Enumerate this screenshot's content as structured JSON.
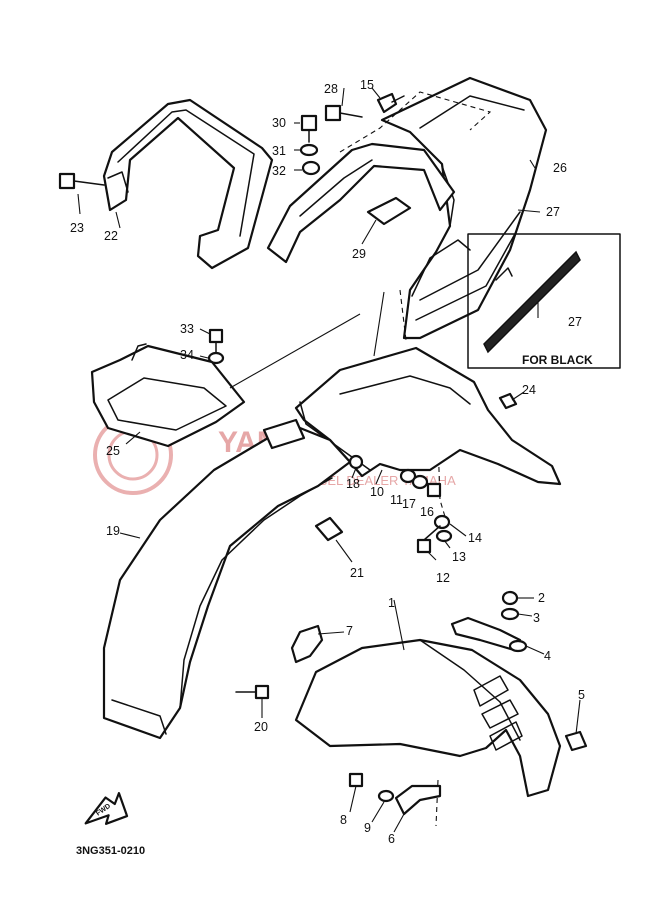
{
  "diagram": {
    "code": "3NG351-0210",
    "fwd_label": "FWD",
    "inset_label": "FOR BLACK",
    "watermark": {
      "text": "YAMA-SKLEP.PL",
      "subtext": "WOJCIECH WRÓBEL DEALER YAMAHA"
    },
    "callouts": [
      "1",
      "2",
      "3",
      "4",
      "5",
      "6",
      "7",
      "8",
      "9",
      "10",
      "11",
      "12",
      "13",
      "14",
      "15",
      "16",
      "17",
      "18",
      "19",
      "20",
      "21",
      "22",
      "23",
      "24",
      "25",
      "26",
      "27",
      "27",
      "28",
      "29",
      "30",
      "31",
      "32",
      "33",
      "34"
    ]
  }
}
